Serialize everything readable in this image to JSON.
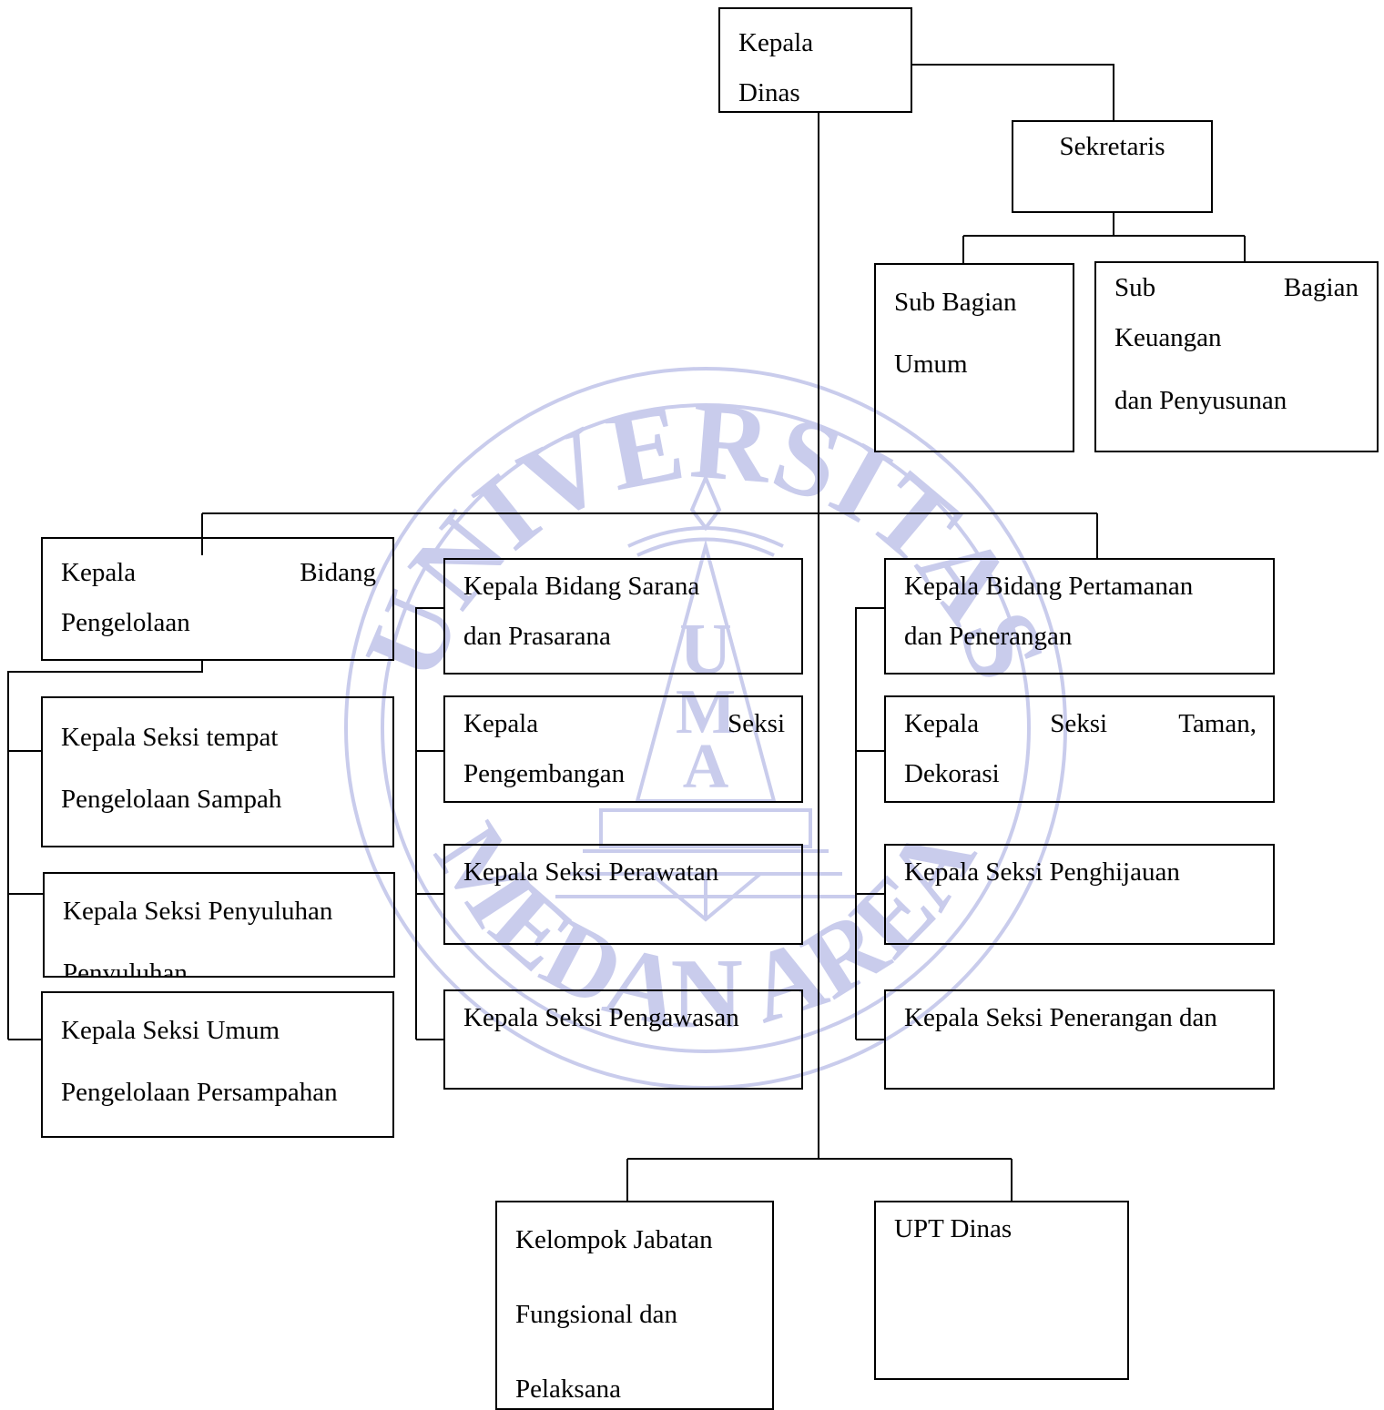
{
  "watermark": {
    "top_text": "UNIVERSITAS",
    "bottom_text": "MEDAN AREA",
    "letters": [
      "U",
      "M",
      "A"
    ],
    "color": "#c9ccec"
  },
  "nodes": {
    "kepala_dinas": [
      "Kepala",
      "Dinas"
    ],
    "sekretaris": [
      "Sekretaris"
    ],
    "sub_bagian_umum": [
      "Sub Bagian",
      "Umum"
    ],
    "sub_bagian_keuangan": [
      "Sub Bagian",
      "Keuangan",
      "dan Penyusunan"
    ],
    "kabid_pengelolaan": [
      "Kepala Bidang",
      "Pengelolaan"
    ],
    "seksi_tempat_pengelolaan": [
      "Kepala Seksi tempat",
      "Pengelolaan Sampah"
    ],
    "seksi_penyuluhan": [
      "Kepala Seksi Penyuluhan",
      "Penyuluhan"
    ],
    "seksi_umum_persampahan": [
      "Kepala Seksi Umum",
      "Pengelolaan Persampahan"
    ],
    "kabid_sarana": [
      "Kepala Bidang Sarana",
      "dan Prasarana"
    ],
    "seksi_pengembangan": [
      "Kepala Seksi",
      "Pengembangan"
    ],
    "seksi_perawatan": [
      "Kepala Seksi Perawatan"
    ],
    "seksi_pengawasan": [
      "Kepala Seksi Pengawasan"
    ],
    "kabid_pertamanan": [
      "Kepala Bidang Pertamanan",
      "dan Penerangan"
    ],
    "seksi_taman": [
      "Kepala Seksi Taman,",
      "Dekorasi"
    ],
    "seksi_penghijauan": [
      "Kepala Seksi Penghijauan"
    ],
    "seksi_penerangan": [
      "Kepala Seksi Penerangan dan"
    ],
    "kelompok_jabatan": [
      "Kelompok Jabatan",
      "Fungsional dan",
      "Pelaksana"
    ],
    "upt_dinas": [
      "UPT Dinas"
    ]
  }
}
